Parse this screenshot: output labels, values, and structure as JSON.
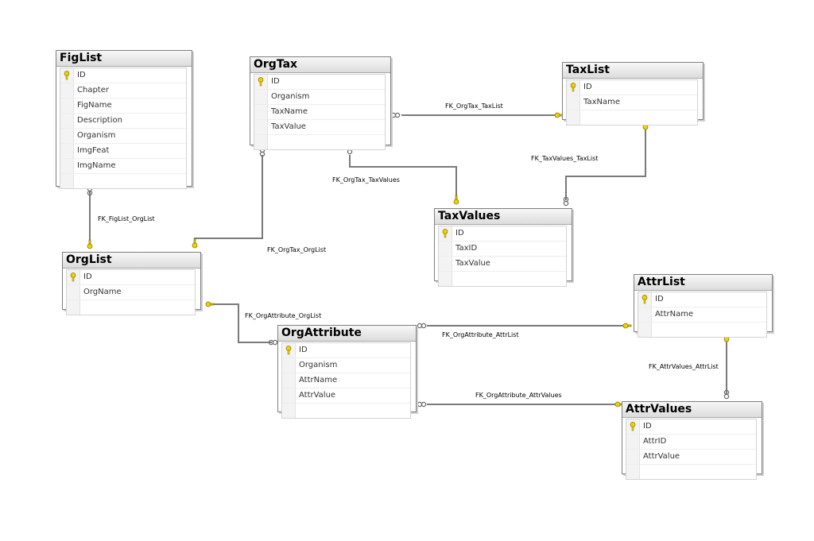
{
  "tables": {
    "figlist": {
      "name": "FigList",
      "columns": [
        "ID",
        "Chapter",
        "FigName",
        "Description",
        "Organism",
        "ImgFeat",
        "ImgName"
      ],
      "pk": 0
    },
    "orgtax": {
      "name": "OrgTax",
      "columns": [
        "ID",
        "Organism",
        "TaxName",
        "TaxValue"
      ],
      "pk": 0
    },
    "taxlist": {
      "name": "TaxList",
      "columns": [
        "ID",
        "TaxName"
      ],
      "pk": 0
    },
    "taxvalues": {
      "name": "TaxValues",
      "columns": [
        "ID",
        "TaxID",
        "TaxValue"
      ],
      "pk": 0
    },
    "orglist": {
      "name": "OrgList",
      "columns": [
        "ID",
        "OrgName"
      ],
      "pk": 0
    },
    "attrlist": {
      "name": "AttrList",
      "columns": [
        "ID",
        "AttrName"
      ],
      "pk": 0
    },
    "orgattribute": {
      "name": "OrgAttribute",
      "columns": [
        "ID",
        "Organism",
        "AttrName",
        "AttrValue"
      ],
      "pk": 0
    },
    "attrvalues": {
      "name": "AttrValues",
      "columns": [
        "ID",
        "AttrID",
        "AttrValue"
      ],
      "pk": 0
    }
  },
  "relationships": {
    "fk_orgtax_taxlist": "FK_OrgTax_TaxList",
    "fk_taxvalues_taxlist": "FK_TaxValues_TaxList",
    "fk_orgtax_taxvalues": "FK_OrgTax_TaxValues",
    "fk_figlist_orglist": "FK_FigList_OrgList",
    "fk_orgtax_orglist": "FK_OrgTax_OrgList",
    "fk_orgattribute_orglist": "FK_OrgAttribute_OrgList",
    "fk_orgattribute_attrlist": "FK_OrgAttribute_AttrList",
    "fk_attrvalues_attrlist": "FK_AttrValues_AttrList",
    "fk_orgattribute_attrvalues": "FK_OrgAttribute_AttrValues"
  },
  "colors": {
    "key": "#e0c020",
    "line": "#808080",
    "header_bg": "#dcdcdc"
  },
  "icons": {
    "primary_key": "key-icon",
    "one_end": "key-icon",
    "many_end": "infinity-icon"
  }
}
